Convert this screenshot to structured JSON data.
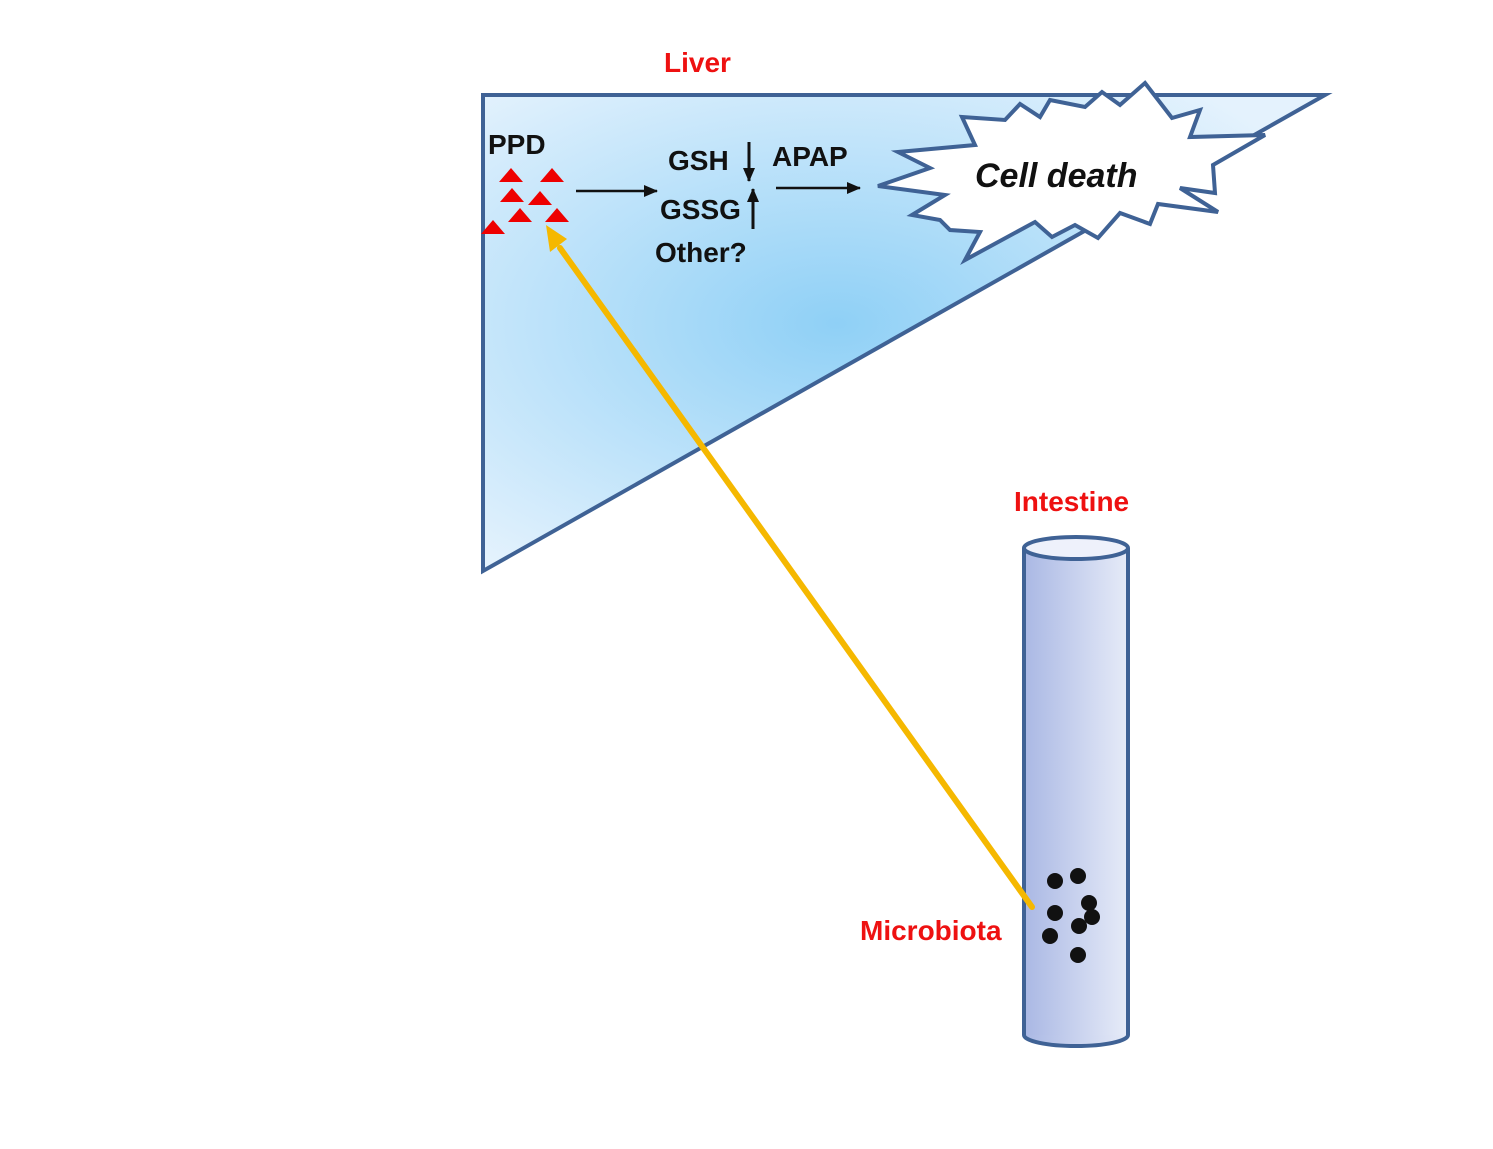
{
  "liver": {
    "label": "Liver"
  },
  "intestine": {
    "label": "Intestine"
  },
  "microbiota": {
    "label": "Microbiota"
  },
  "pathway": {
    "ppd": "PPD",
    "gsh": "GSH",
    "gssg": "GSSG",
    "other": "Other?",
    "apap": "APAP",
    "cell_death": "Cell death"
  },
  "colors": {
    "liver_fill_light": "#e2f1fd",
    "liver_fill_dark": "#8fd0f6",
    "liver_stroke": "#3f6295",
    "intestine_fill": "#c8d0ee",
    "intestine_stroke": "#3f6295",
    "microbe_arrow": "#f5b800",
    "ppd_marker": "#ee0000",
    "label_red": "#ee1111"
  }
}
